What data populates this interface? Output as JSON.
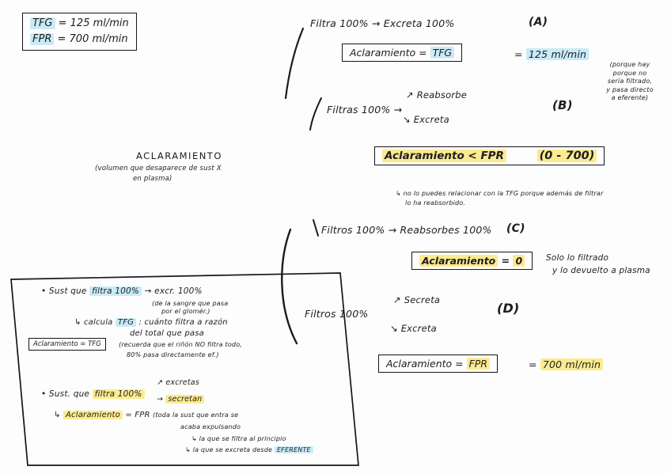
{
  "page": {
    "bg": "#fdfdfd",
    "ink": "#1d1d22",
    "highlight_blue": "#c9ebf7",
    "highlight_yellow": "#fceb8e"
  },
  "legend": {
    "tfg_label": "TFG",
    "tfg_value": "= 125 ml/min",
    "fpr_label": "FPR",
    "fpr_value": "= 700 ml/min"
  },
  "concept": {
    "title": "ACLARAMIENTO",
    "def_line1": "(volumen que desaparece de sust X",
    "def_line2": "en plasma)"
  },
  "case_a": {
    "header": "Filtra 100% → Excreta 100%",
    "tag": "(A)",
    "box_label": "Aclaramiento =",
    "box_term": "TFG",
    "result_eq": "=",
    "result_value": "125 ml/min",
    "note_lines": [
      "(porque hay",
      "porque no",
      "sería filtrado,",
      "y pasa directo",
      "a eferente)"
    ]
  },
  "case_b": {
    "header": "Filtras 100% →",
    "branch_top": "↗ Reabsorbe",
    "branch_bottom": "↘ Excreta",
    "tag": "(B)",
    "box_text": "Aclaramiento < FPR",
    "box_range": "(0 - 700)",
    "note_line1": "↳ no lo puedes relacionar con la TFG porque además de filtrar",
    "note_line2": "lo ha reabsorbido."
  },
  "case_c": {
    "header": "Filtros 100% → Reabsorbes 100%",
    "tag": "(C)",
    "box_label": "Aclaramiento",
    "box_eq": "=",
    "box_value": "0",
    "note_line1": "Solo lo filtrado",
    "note_line2": "y lo devuelto a plasma"
  },
  "case_d": {
    "header": "Filtros 100%",
    "branch_top": "↗ Secreta",
    "branch_bottom": "↘ Excreta",
    "tag": "(D)",
    "box_label": "Aclaramiento =",
    "box_term": "FPR",
    "result_eq": "=",
    "result_value": "700 ml/min"
  },
  "summary": {
    "b1_bullet": "• Sust que",
    "b1_hl": "filtra 100%",
    "b1_rest": "→ excr. 100%",
    "b1_small1": "(de la sangre que pasa",
    "b1_small2": "por el glomér.)",
    "b1_l2_pre": "↳ calcula",
    "b1_l2_term": "TFG",
    "b1_l2_rest": ": cuánto filtra a razón",
    "b1_l3": "del total que pasa",
    "b1_note1": "(recuerda que el riñón NO filtra todo,",
    "b1_note2": "80% pasa directamente ef.)",
    "mini_box": "Aclaramiento = TFG",
    "b2_bullet": "• Sust. que",
    "b2_hl": "filtra 100%",
    "b2_top": "↗ excretas",
    "b2_bottom_arrow": "→",
    "b2_bottom": "secretan",
    "b2_l2_arrow": "↳",
    "b2_l2_hl": "Aclaramiento",
    "b2_l2_eq": "= FPR",
    "b2_l2_rest": "(toda la sust que entra se",
    "b2_l3": "acaba expulsando",
    "b2_sub1": "↳ la que se filtra al principio",
    "b2_sub2_pre": "↳ la que se excreta desde",
    "b2_sub2_term": "EFERENTE"
  }
}
